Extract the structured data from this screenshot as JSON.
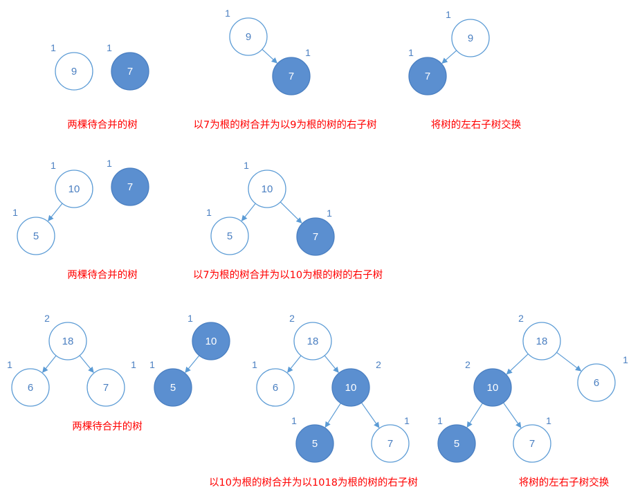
{
  "colors": {
    "stroke": "#5b9bd5",
    "filled": "#5b8fd0",
    "edge": "#5b9bd5",
    "dist_text": "#4a7fc1",
    "caption": "#ff0000"
  },
  "rows": [
    {
      "panels": [
        {
          "nodes": [
            {
              "id": "a9",
              "value": "9",
              "dist": "1",
              "filled": false
            },
            {
              "id": "a7",
              "value": "7",
              "dist": "1",
              "filled": true
            }
          ],
          "edges": [],
          "caption": "两棵待合并的树"
        },
        {
          "nodes": [
            {
              "id": "b9",
              "value": "9",
              "dist": "1",
              "filled": false
            },
            {
              "id": "b7",
              "value": "7",
              "dist": "1",
              "filled": true
            }
          ],
          "edges": [
            [
              "b9",
              "b7"
            ]
          ],
          "caption": "以7为根的树合并为以9为根的树的右子树"
        },
        {
          "nodes": [
            {
              "id": "c9",
              "value": "9",
              "dist": "1",
              "filled": false
            },
            {
              "id": "c7",
              "value": "7",
              "dist": "1",
              "filled": true
            }
          ],
          "edges": [
            [
              "c9",
              "c7"
            ]
          ],
          "caption": "将树的左右子树交换"
        }
      ]
    },
    {
      "panels": [
        {
          "nodes": [
            {
              "id": "d10",
              "value": "10",
              "dist": "1",
              "filled": false
            },
            {
              "id": "d5",
              "value": "5",
              "dist": "1",
              "filled": false
            },
            {
              "id": "d7",
              "value": "7",
              "dist": "1",
              "filled": true
            }
          ],
          "edges": [
            [
              "d10",
              "d5"
            ]
          ],
          "caption": "两棵待合并的树"
        },
        {
          "nodes": [
            {
              "id": "e10",
              "value": "10",
              "dist": "1",
              "filled": false
            },
            {
              "id": "e5",
              "value": "5",
              "dist": "1",
              "filled": false
            },
            {
              "id": "e7",
              "value": "7",
              "dist": "1",
              "filled": true
            }
          ],
          "edges": [
            [
              "e10",
              "e5"
            ],
            [
              "e10",
              "e7"
            ]
          ],
          "caption": "以7为根的树合并为以10为根的树的右子树"
        }
      ]
    },
    {
      "panels": [
        {
          "nodes": [
            {
              "id": "f18",
              "value": "18",
              "dist": "2",
              "filled": false
            },
            {
              "id": "f6",
              "value": "6",
              "dist": "1",
              "filled": false
            },
            {
              "id": "f7",
              "value": "7",
              "dist": "1",
              "filled": false
            },
            {
              "id": "f10",
              "value": "10",
              "dist": "1",
              "filled": true
            },
            {
              "id": "f5",
              "value": "5",
              "dist": "1",
              "filled": true
            }
          ],
          "edges": [
            [
              "f18",
              "f6"
            ],
            [
              "f18",
              "f7"
            ],
            [
              "f10",
              "f5"
            ]
          ],
          "caption": "两棵待合并的树"
        },
        {
          "nodes": [
            {
              "id": "g18",
              "value": "18",
              "dist": "2",
              "filled": false
            },
            {
              "id": "g6",
              "value": "6",
              "dist": "1",
              "filled": false
            },
            {
              "id": "g10",
              "value": "10",
              "dist": "2",
              "filled": true
            },
            {
              "id": "g5",
              "value": "5",
              "dist": "1",
              "filled": true
            },
            {
              "id": "g7",
              "value": "7",
              "dist": "1",
              "filled": false
            }
          ],
          "edges": [
            [
              "g18",
              "g6"
            ],
            [
              "g18",
              "g10"
            ],
            [
              "g10",
              "g5"
            ],
            [
              "g10",
              "g7"
            ]
          ],
          "caption": "以10为根的树合并为以1018为根的树的右子树"
        },
        {
          "nodes": [
            {
              "id": "h18",
              "value": "18",
              "dist": "2",
              "filled": false
            },
            {
              "id": "h10",
              "value": "10",
              "dist": "2",
              "filled": true
            },
            {
              "id": "h6",
              "value": "6",
              "dist": "1",
              "filled": false
            },
            {
              "id": "h5",
              "value": "5",
              "dist": "1",
              "filled": true
            },
            {
              "id": "h7",
              "value": "7",
              "dist": "1",
              "filled": false
            }
          ],
          "edges": [
            [
              "h18",
              "h10"
            ],
            [
              "h18",
              "h6"
            ],
            [
              "h10",
              "h5"
            ],
            [
              "h10",
              "h7"
            ]
          ],
          "caption": "将树的左右子树交换"
        }
      ]
    }
  ]
}
